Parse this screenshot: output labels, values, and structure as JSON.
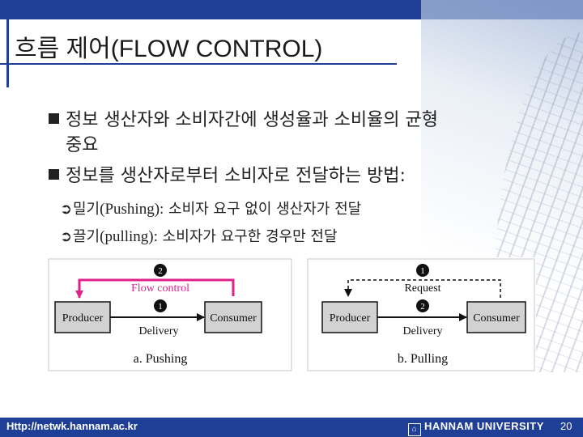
{
  "slide": {
    "title": "흐름 제어(FLOW CONTROL)",
    "bullets": [
      {
        "line1": "정보 생산자와 소비자간에 생성율과 소비율의 균형",
        "line2": "중요"
      },
      {
        "line1": "정보를 생산자로부터 소비자로 전달하는 방법:"
      }
    ],
    "subbullets": [
      {
        "ko1": "밀기",
        "en": "(Pushing):",
        "ko2": " 소비자 요구 없이 생산자가 전달"
      },
      {
        "ko1": "끌기",
        "en": "(pulling):",
        "ko2": " 소비자가 요구한 경우만 전달"
      }
    ]
  },
  "figure": {
    "pushing": {
      "producer": "Producer",
      "consumer": "Consumer",
      "flow_label": "Flow control",
      "delivery_label": "Delivery",
      "step1": "1",
      "step2": "2",
      "caption": "a. Pushing"
    },
    "pulling": {
      "producer": "Producer",
      "consumer": "Consumer",
      "request_label": "Request",
      "delivery_label": "Delivery",
      "step1": "1",
      "step2": "2",
      "caption": "b. Pulling"
    },
    "colors": {
      "flow": "#e0218a",
      "box": "#d2d2d2",
      "bar": "#1f3f96"
    }
  },
  "footer": {
    "url": "Http://netwk.hannam.ac.kr",
    "university": "HANNAM UNIVERSITY",
    "page": "20"
  }
}
